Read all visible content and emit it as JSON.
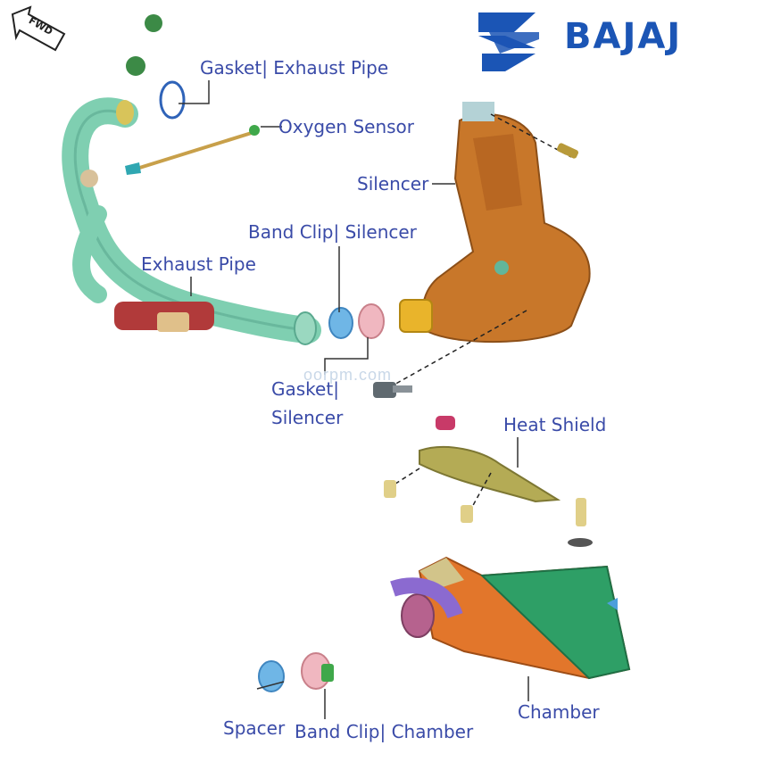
{
  "brand": {
    "name": "BAJAJ",
    "color": "#1b55b5",
    "logo": "bajaj-wing-logo"
  },
  "fwd_badge": {
    "text": "FWD",
    "icon": "arrow-badge-icon"
  },
  "watermark": "oorpm.com",
  "label_color": "#3a4ba8",
  "parts": {
    "gasket_exhaust_pipe": "Gasket| Exhaust Pipe",
    "oxygen_sensor": "Oxygen Sensor",
    "silencer": "Silencer",
    "band_clip_silencer": "Band Clip| Silencer",
    "exhaust_pipe": "Exhaust Pipe",
    "gasket_silencer_1": "Gasket|",
    "gasket_silencer_2": "Silencer",
    "heat_shield": "Heat Shield",
    "chamber": "Chamber",
    "spacer": "Spacer",
    "band_clip_chamber": "Band Clip| Chamber"
  }
}
